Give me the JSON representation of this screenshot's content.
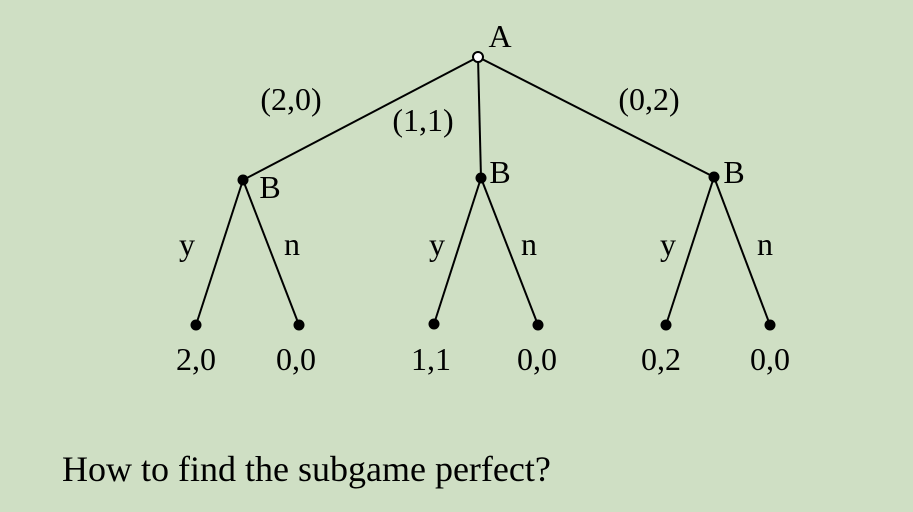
{
  "colors": {
    "background": "#cfdfc4",
    "ink": "#000000"
  },
  "tree": {
    "root": {
      "player": "A",
      "marker": "open-circle"
    },
    "actions": [
      {
        "label": "(2,0)"
      },
      {
        "label": "(1,1)"
      },
      {
        "label": "(0,2)"
      }
    ],
    "responders": [
      {
        "player": "B",
        "branch_left": "y",
        "branch_right": "n",
        "payoff_left": "2,0",
        "payoff_right": "0,0"
      },
      {
        "player": "B",
        "branch_left": "y",
        "branch_right": "n",
        "payoff_left": "1,1",
        "payoff_right": "0,0"
      },
      {
        "player": "B",
        "branch_left": "y",
        "branch_right": "n",
        "payoff_left": "0,2",
        "payoff_right": "0,0"
      }
    ]
  },
  "question": "How to find the subgame perfect?"
}
